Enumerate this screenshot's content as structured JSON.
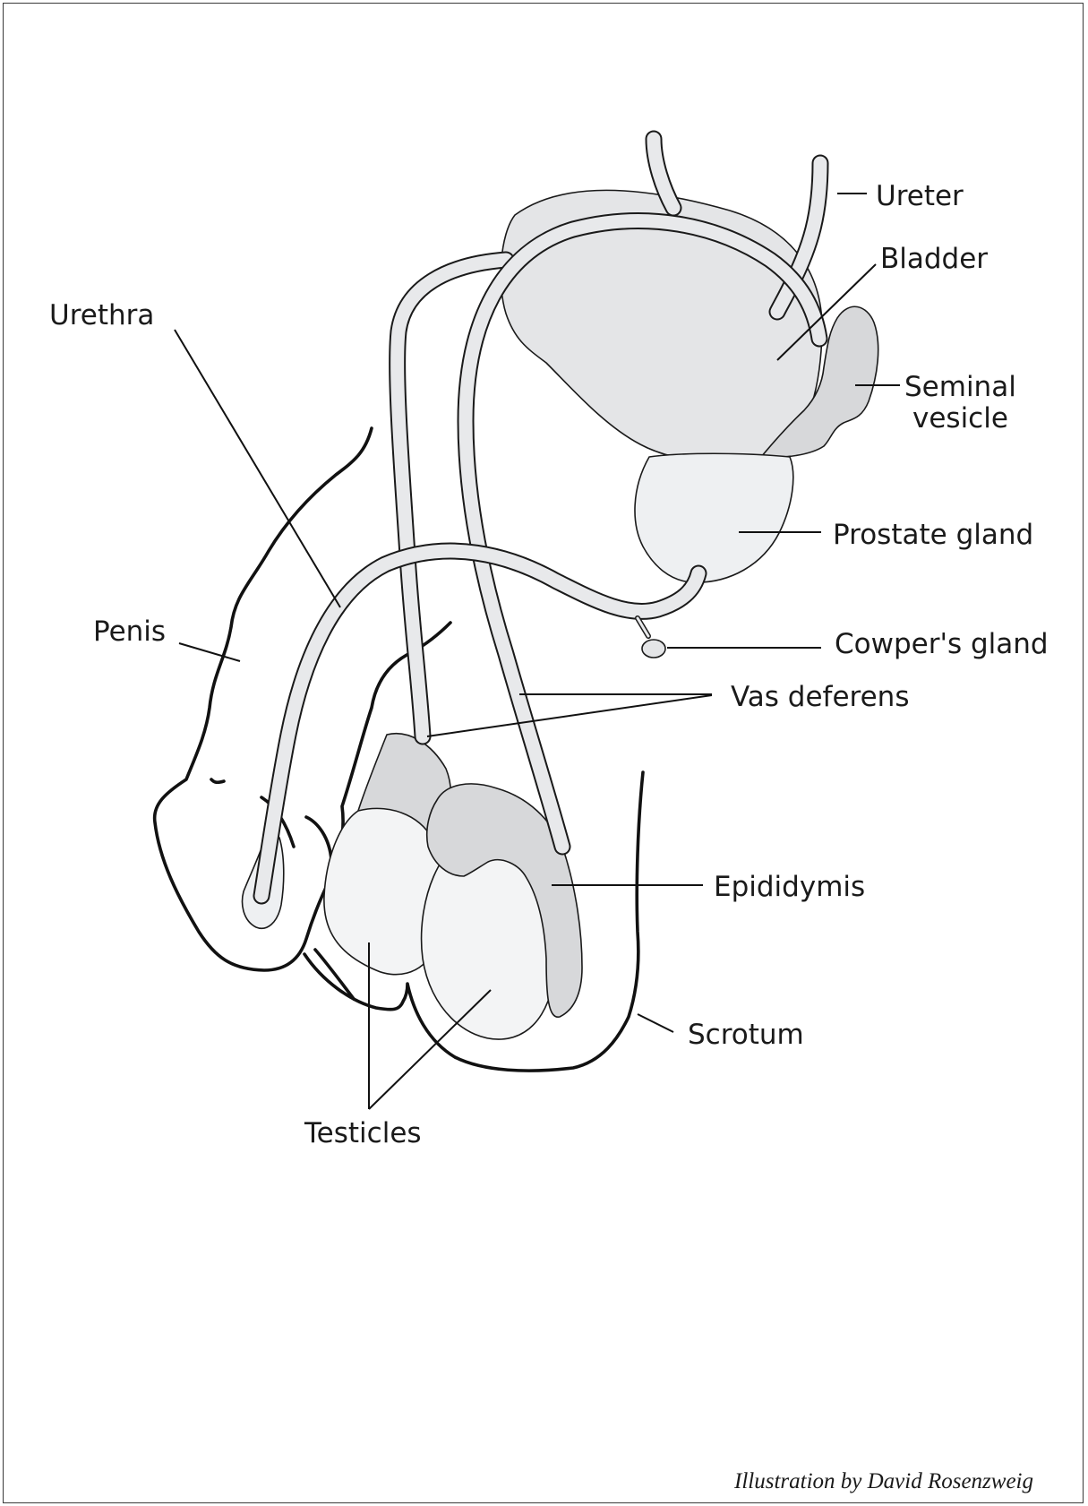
{
  "labels": {
    "ureter": "Ureter",
    "bladder": "Bladder",
    "seminal_vesicle_line1": "Seminal",
    "seminal_vesicle_line2": "vesicle",
    "urethra": "Urethra",
    "prostate_gland": "Prostate gland",
    "penis": "Penis",
    "cowpers_gland": "Cowper's gland",
    "vas_deferens": "Vas deferens",
    "epididymis": "Epididymis",
    "scrotum": "Scrotum",
    "testicles": "Testicles"
  },
  "credit": "Illustration by David Rosenzweig",
  "colors": {
    "outline": "#111111",
    "organ_fill": "#e4e5e7",
    "light_fill": "#eef0f2",
    "lightest_fill": "#f3f4f5",
    "dark_fill": "#d7d8da",
    "tube_fill": "#e8e9eb"
  }
}
